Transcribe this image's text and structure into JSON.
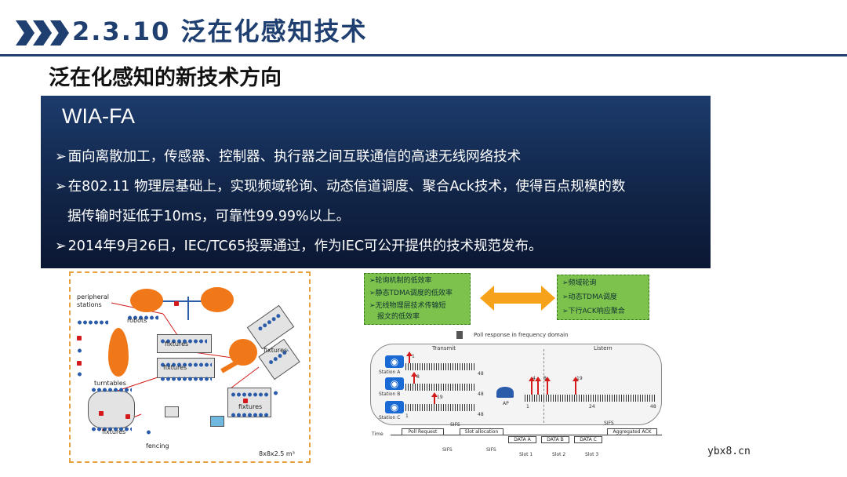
{
  "header": {
    "title": "2.3.10 泛在化感知技术"
  },
  "subtitle": "泛在化感知的新技术方向",
  "panel": {
    "title": "WIA-FA",
    "bullet_symbol": "➢",
    "bullets": [
      "面向离散加工，传感器、控制器、执行器之间互联通信的高速无线网络技术",
      "在802.11 物理层基础上，实现频域轮询、动态信道调度、聚合Ack技术，使得百点规模的数",
      "据传输时延低于10ms，可靠性99.99%以上。",
      "2014年9月26日，IEC/TC65投票通过，作为IEC可公开提供的技术规范发布。"
    ]
  },
  "figure_left": {
    "labels": {
      "peripheral": "peripheral",
      "stations": "stations",
      "robots": "robots",
      "fixtures": "fixtures",
      "turntables": "turntables",
      "fencing": "fencing",
      "dimensions": "8x8x2.5 m³"
    }
  },
  "figure_right": {
    "left_box": [
      "➢轮询机制的低效率",
      "➢静态TDMA调度的低效率",
      "➢无线物理层技术传输短",
      "报文的低效率"
    ],
    "right_box": [
      "➢频域轮询",
      "➢动态TDMA调度",
      "➢下行ACK响应聚合"
    ],
    "poll_title": "Poll response in frequency domain",
    "transmit": "Transmit",
    "listen": "Listern",
    "stations": [
      "Station A",
      "Station B",
      "Station C"
    ],
    "num_1": "1",
    "num_48": "48",
    "num_19": "19",
    "num_4": "4",
    "num_8": "8",
    "num_24": "24",
    "ap": "AP",
    "timeline": {
      "time": "Time",
      "poll_request": "Poll Request",
      "sifs": "SIFS",
      "slot_allocation": "Slot allocation",
      "data_a": "DATA A",
      "data_b": "DATA B",
      "data_c": "DATA C",
      "aggregated_ack": "Aggregated ACK",
      "slot1": "Slot 1",
      "slot2": "Slot 2",
      "slot3": "Slot 3"
    }
  },
  "watermark": "ybx8.cn",
  "colors": {
    "header": "#1f3f70",
    "panel": "#13294e",
    "green_box": "#7dc24c",
    "arrow": "#f7a21b",
    "robot": "#f07818"
  }
}
